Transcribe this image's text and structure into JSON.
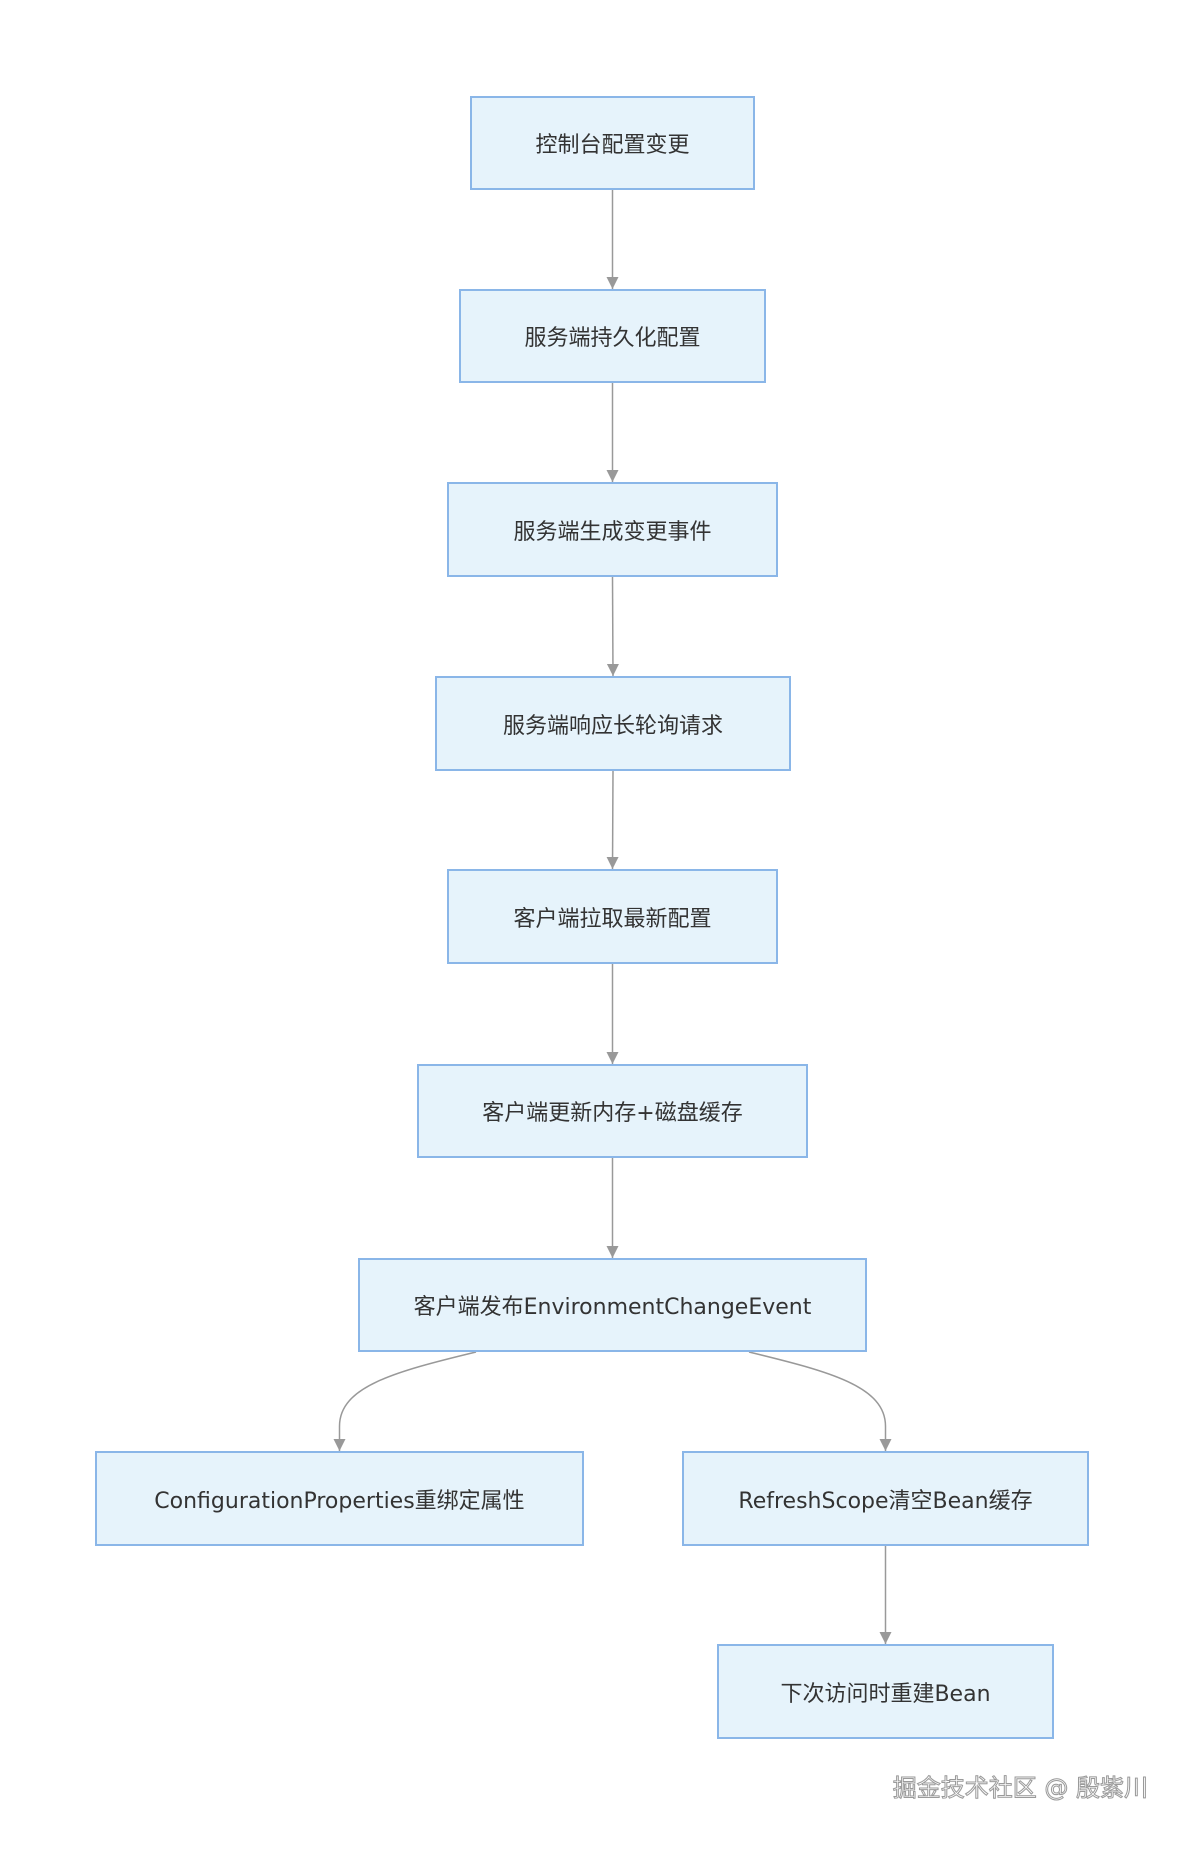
{
  "diagram": {
    "nodes": [
      {
        "label": "控制台配置变更"
      },
      {
        "label": "服务端持久化配置"
      },
      {
        "label": "服务端生成变更事件"
      },
      {
        "label": "服务端响应长轮询请求"
      },
      {
        "label": "客户端拉取最新配置"
      },
      {
        "label": "客户端更新内存+磁盘缓存"
      },
      {
        "label": "客户端发布EnvironmentChangeEvent"
      },
      {
        "label": "ConfigurationProperties重绑定属性"
      },
      {
        "label": "RefreshScope清空Bean缓存"
      },
      {
        "label": "下次访问时重建Bean"
      }
    ],
    "edges": [
      {
        "from": 0,
        "to": 1
      },
      {
        "from": 1,
        "to": 2
      },
      {
        "from": 2,
        "to": 3
      },
      {
        "from": 3,
        "to": 4
      },
      {
        "from": 4,
        "to": 5
      },
      {
        "from": 5,
        "to": 6
      },
      {
        "from": 6,
        "to": 7
      },
      {
        "from": 6,
        "to": 8
      },
      {
        "from": 8,
        "to": 9
      }
    ]
  },
  "watermark": "掘金技术社区 @ 殷紫川",
  "colors": {
    "node_fill": "#e6f3fb",
    "node_border": "#8ab6e8",
    "edge": "#999999",
    "text": "#333333"
  }
}
